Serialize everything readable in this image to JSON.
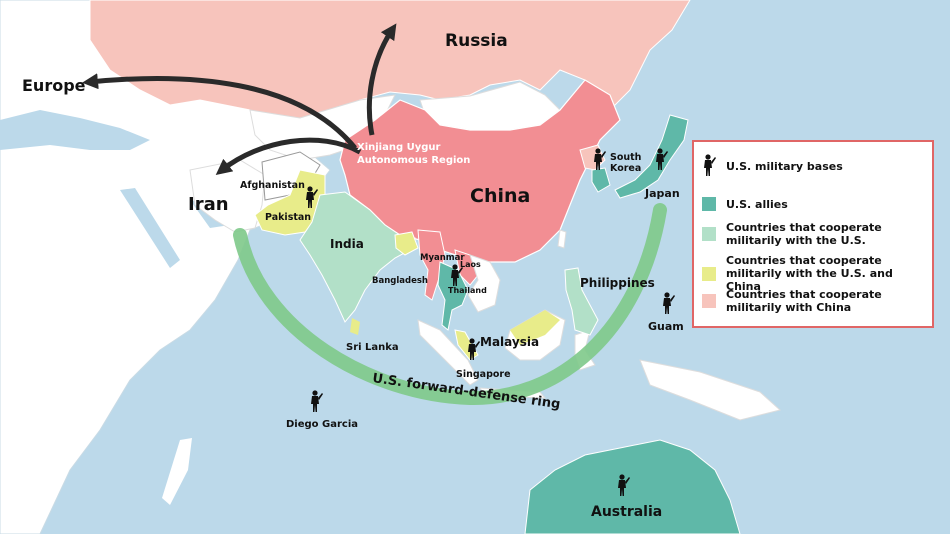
{
  "labels": {
    "russia": "Russia",
    "europe": "Europe",
    "iran": "Iran",
    "china": "China",
    "xinjiang": [
      "Xinjiang Uygur",
      "Autonomous Region"
    ],
    "afghanistan": "Afghanistan",
    "pakistan": "Pakistan",
    "india": "India",
    "bangladesh": "Bangladesh",
    "myanmar": "Myanmar",
    "laos": "Laos",
    "thailand": "Thailand",
    "south_korea": [
      "South",
      "Korea"
    ],
    "japan": "Japan",
    "philippines": "Philippines",
    "guam": "Guam",
    "malaysia": "Malaysia",
    "singapore": "Singapore",
    "sri_lanka": "Sri Lanka",
    "diego_garcia": "Diego Garcia",
    "australia": "Australia",
    "ring": "U.S. forward-defense ring"
  },
  "legend": {
    "items": [
      {
        "label": "U.S. military bases",
        "symbol": "soldier-icon"
      },
      {
        "label": "U.S. allies",
        "color": "#5fb8a8"
      },
      {
        "label": "Countries that cooperate militarily with the U.S.",
        "color": "#b2e0c8"
      },
      {
        "label": "Countries that cooperate militarily with the U.S. and China",
        "color": "#e8ec8a"
      },
      {
        "label": "Countries that cooperate militarily with China",
        "color": "#f7c4bc"
      }
    ]
  },
  "colors": {
    "ocean": "#bcd9ea",
    "land": "#ffffff",
    "china": "#f28e93",
    "china_coop": "#f7c4bc",
    "us_coop": "#b2e0c8",
    "both_coop": "#e8ec8a",
    "us_ally": "#5fb8a8",
    "ring": "#7ec98a",
    "arrow": "#2a2a2a"
  }
}
